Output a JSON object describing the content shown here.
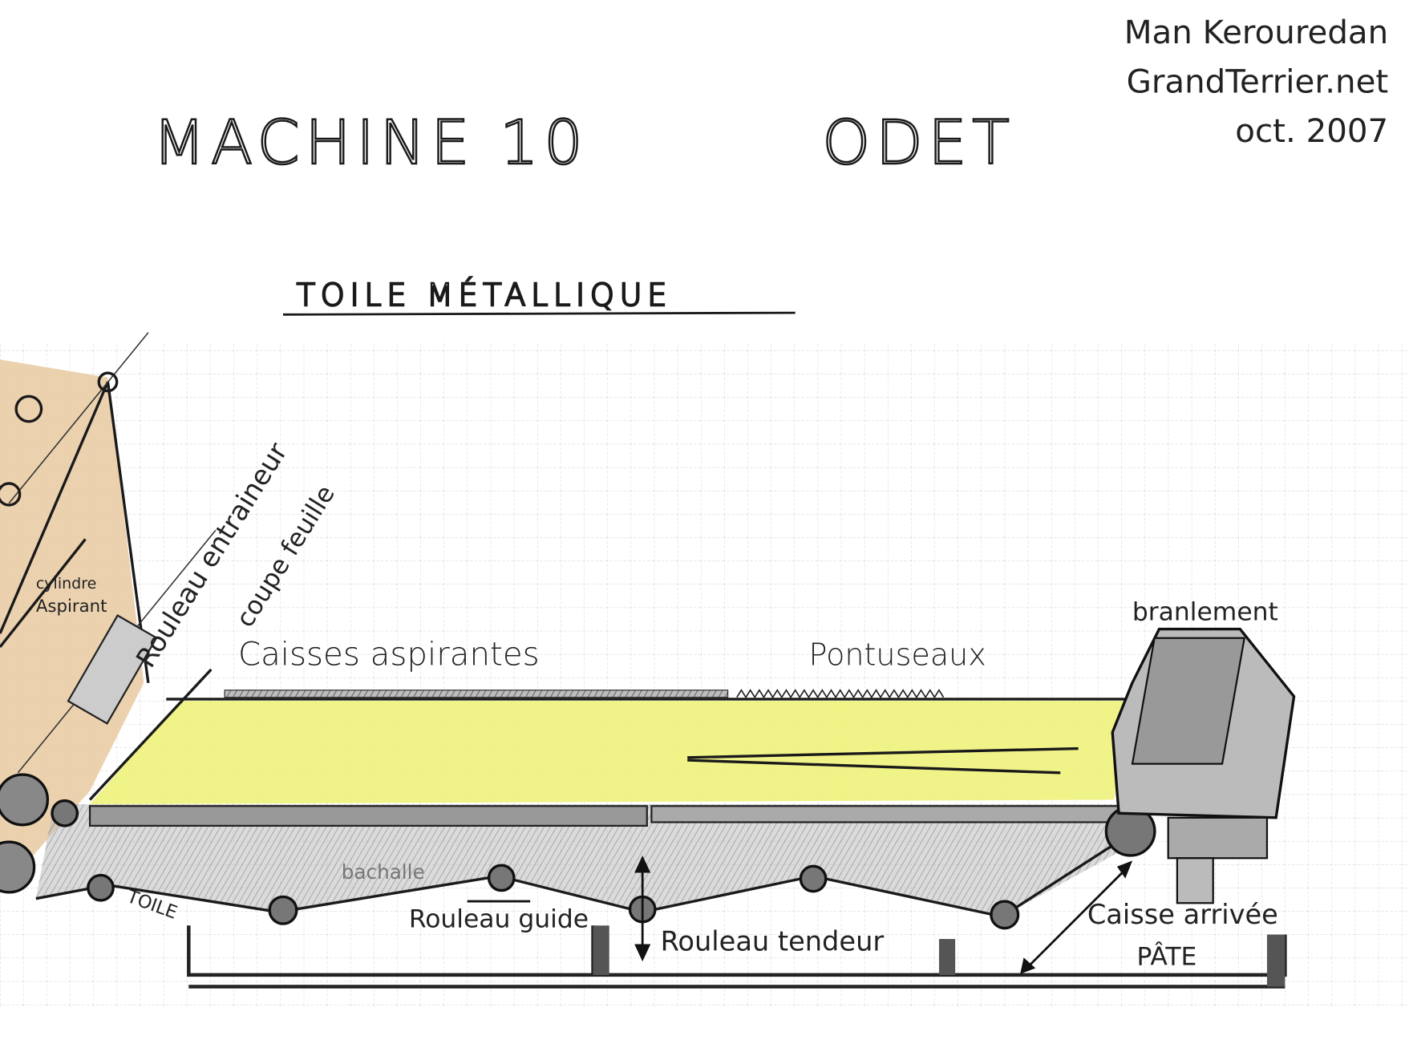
{
  "credits": {
    "author": "Man Kerouredan",
    "site": "GrandTerrier.net",
    "date": "oct. 2007"
  },
  "title": {
    "machine": "MACHINE 10",
    "name": "ODET"
  },
  "subtitle": "TOILE MÉTALLIQUE",
  "labels": {
    "cylindre_line1": "cylindre",
    "cylindre_line2": "Aspirant",
    "rouleau_entraineur": "Rouleau entraineur",
    "coupe_feuille": "coupe feuille",
    "caisses_aspirantes": "Caisses aspirantes",
    "pontuseaux": "Pontuseaux",
    "branlement": "branlement",
    "toile": "TOILE",
    "bachalle": "bachalle",
    "rouleau_guide": "Rouleau guide",
    "rouleau_tendeur": "Rouleau tendeur",
    "caisse_arrivee": "Caisse arrivée",
    "pate": "PÂTE"
  },
  "colors": {
    "wire": "#eef27a",
    "wood": "#e8c9a0",
    "pencil": "#1a1a1a"
  }
}
